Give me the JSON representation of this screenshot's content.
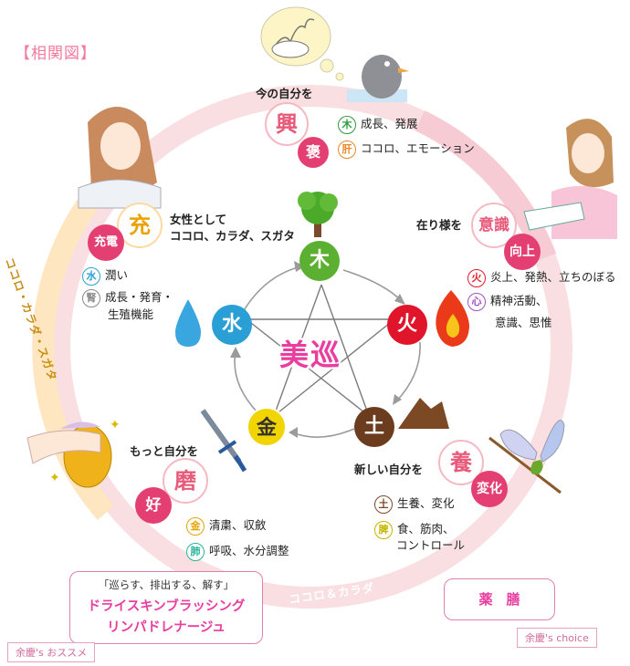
{
  "title": "【相関図】",
  "ring": {
    "kokoro": "ココロ",
    "kokoro_karada_sugata": "ココロ・カラダ・スガタ",
    "kokoro_and_karada": "ココロ＆カラダ"
  },
  "center": {
    "text": "美巡"
  },
  "elements": {
    "wood": "木",
    "fire": "火",
    "earth": "土",
    "metal": "金",
    "water": "水"
  },
  "top": {
    "heading": "今の自分を",
    "big": "興",
    "small": "褒",
    "items": [
      {
        "chip": "木",
        "color": "#2f9c3c",
        "text": "成長、発展"
      },
      {
        "chip": "肝",
        "color": "#e8862a",
        "text": "ココロ、エモーション"
      }
    ]
  },
  "right": {
    "heading": "在り様を",
    "big": "意識",
    "small": "向上",
    "items": [
      {
        "chip": "火",
        "color": "#e31c2b",
        "text": "炎上、発熱、立ちのぼる"
      },
      {
        "chip": "心",
        "color": "#a34fc1",
        "text": "精神活動、"
      },
      {
        "chip": "",
        "color": "",
        "text": "意識、思惟"
      }
    ]
  },
  "left": {
    "heading1": "女性として",
    "heading2": "ココロ、カラダ、スガタ",
    "big": "充",
    "small": "充電",
    "items": [
      {
        "chip": "水",
        "color": "#2a9fd6",
        "text": "潤い"
      },
      {
        "chip": "腎",
        "color": "#888888",
        "text": "成長・発育・"
      },
      {
        "chip": "",
        "color": "",
        "text": "生殖機能"
      }
    ]
  },
  "bottom_left": {
    "heading": "もっと自分を",
    "big": "磨",
    "small": "好",
    "items": [
      {
        "chip": "金",
        "color": "#e8a400",
        "text": "清粛、収斂"
      },
      {
        "chip": "肺",
        "color": "#2ab39a",
        "text": "呼吸、水分調整"
      }
    ]
  },
  "bottom_right": {
    "heading": "新しい自分を",
    "big": "養",
    "small": "変化",
    "items": [
      {
        "chip": "土",
        "color": "#7a4a2a",
        "text": "生養、変化"
      },
      {
        "chip": "脾",
        "color": "#c6b400",
        "text": "食、筋肉、"
      },
      {
        "chip": "",
        "color": "",
        "text": "コントロール"
      }
    ]
  },
  "recommend": {
    "line1": "「巡らす、排出する、解す」",
    "line2": "ドライスキンブラッシング",
    "line3": "リンパドレナージュ",
    "tag": "余慶's おススメ"
  },
  "choice": {
    "text": "薬　膳",
    "tag": "余慶's choice"
  },
  "colors": {
    "ring": "#f8d8dc",
    "ring_left": "#fde3b8",
    "wood": "#5bb031",
    "fire": "#e0142b",
    "earth": "#6b3c1e",
    "metal": "#f2d400",
    "water": "#2a9fd6",
    "pink": "#e43f72",
    "magenta": "#e93d9f"
  }
}
